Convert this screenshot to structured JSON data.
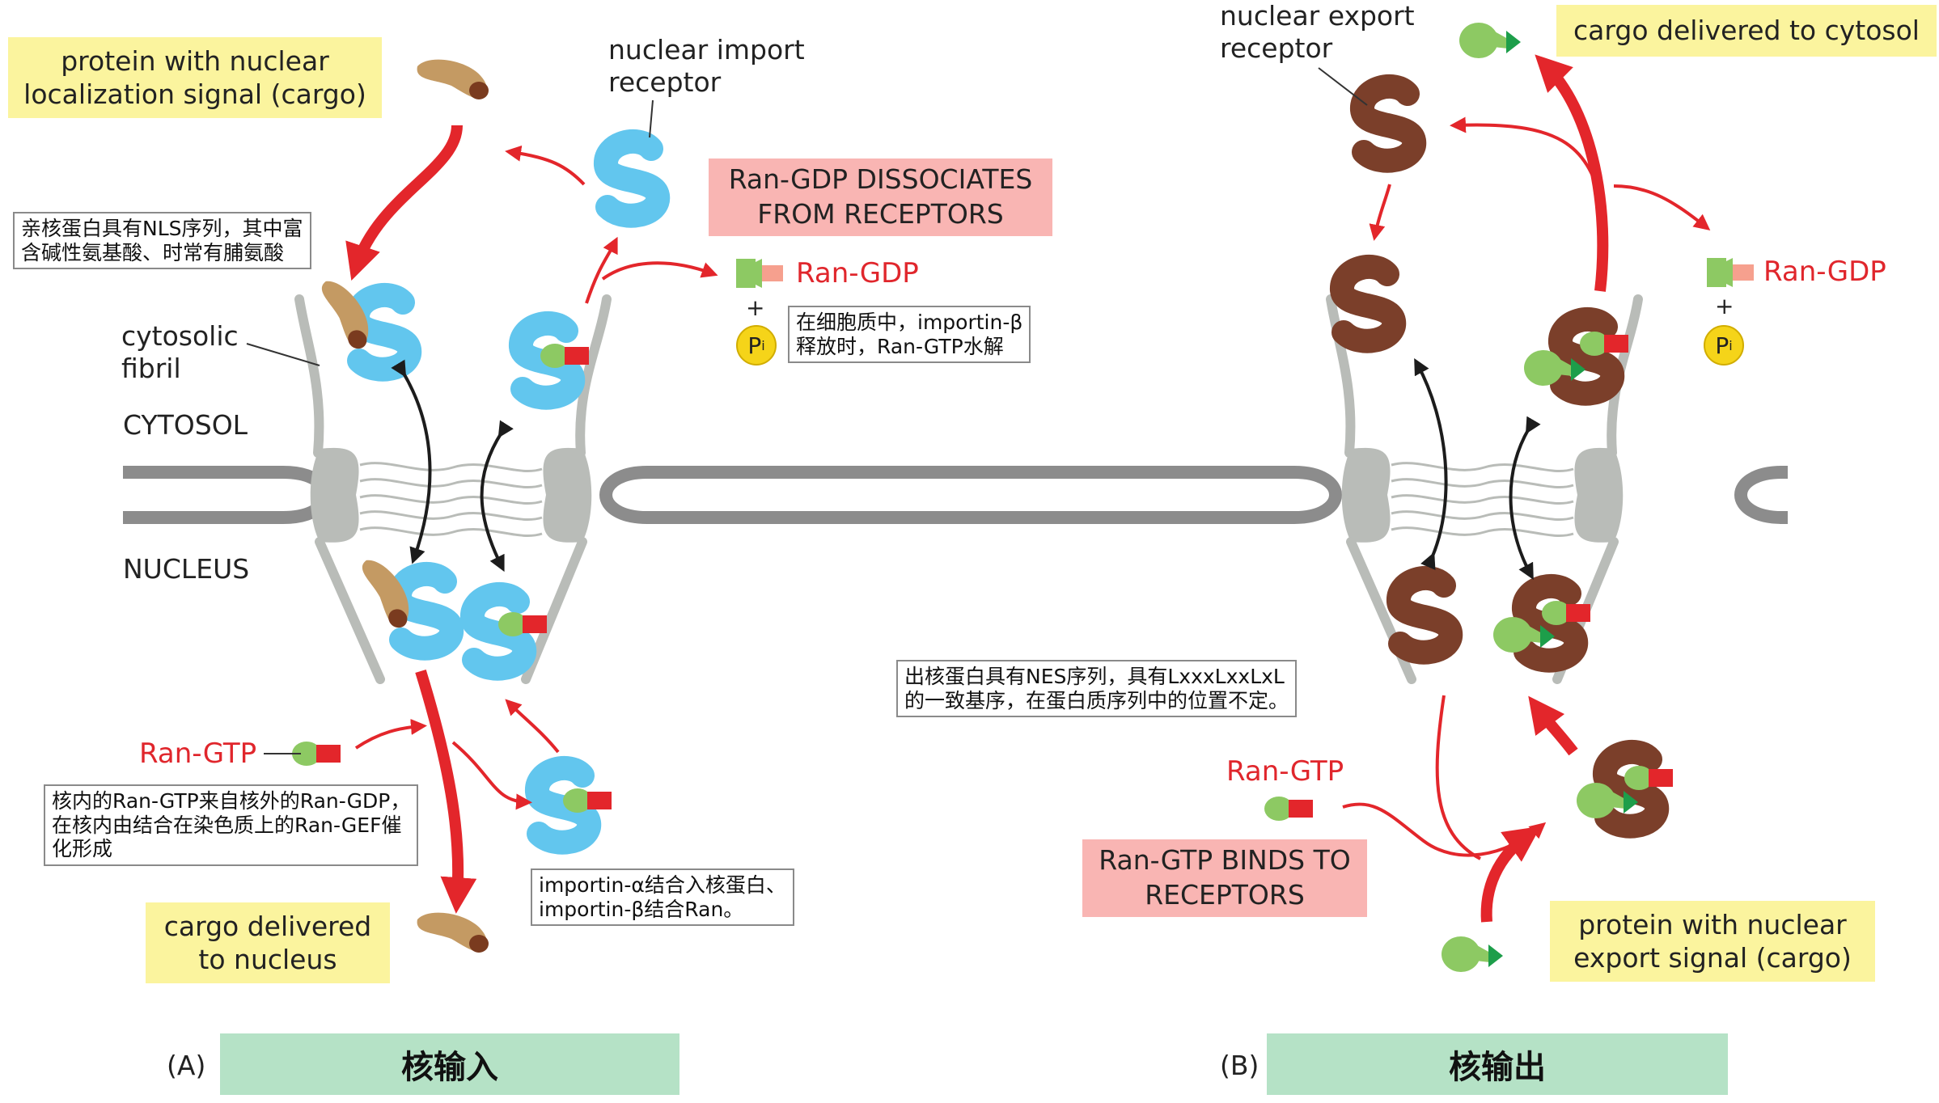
{
  "panel_a": {
    "letter": "(A)",
    "title": "核输入",
    "cargo_label": "protein with nuclear\nlocalization signal (cargo)",
    "import_receptor": "nuclear import\nreceptor",
    "ran_gdp_box": "Ran-GDP DISSOCIATES\nFROM RECEPTORS",
    "ran_gdp": "Ran-GDP",
    "plus": "+",
    "pi": "P",
    "pi_sub": "i",
    "note_hydrolysis": "在细胞质中，importin-β\n释放时，Ran-GTP水解",
    "note_nls": "亲核蛋白具有NLS序列，其中富\n含碱性氨基酸、时常有脯氨酸",
    "cytosolic_fibril": "cytosolic\nfibril",
    "cytosol": "CYTOSOL",
    "nucleus": "NUCLEUS",
    "ran_gtp": "Ran-GTP",
    "note_ran_gef": "核内的Ran-GTP来自核外的Ran-GDP，\n在核内由结合在染色质上的Ran-GEF催\n化形成",
    "note_importin": "importin-α结合入核蛋白、\nimportin-β结合Ran。",
    "delivered": "cargo delivered\nto nucleus"
  },
  "panel_b": {
    "letter": "(B)",
    "title": "核输出",
    "export_receptor": "nuclear export\nreceptor",
    "delivered": "cargo delivered to cytosol",
    "ran_gdp": "Ran-GDP",
    "plus": "+",
    "pi": "P",
    "pi_sub": "i",
    "note_nes": "出核蛋白具有NES序列，具有LxxxLxxLxL\n的一致基序，在蛋白质序列中的位置不定。",
    "ran_gtp": "Ran-GTP",
    "ran_gtp_box": "Ran-GTP BINDS TO\nRECEPTORS",
    "cargo_label": "protein with nuclear\nexport signal (cargo)"
  },
  "colors": {
    "import_receptor": "#62c6ee",
    "export_receptor": "#7b3f2a",
    "import_cargo": "#c49a63",
    "export_cargo": "#8dc963",
    "ran": "#e3262b",
    "membrane": "#8c8c8c",
    "pore": "#b9bcb8",
    "arrow_dark": "#1c1c1c"
  }
}
